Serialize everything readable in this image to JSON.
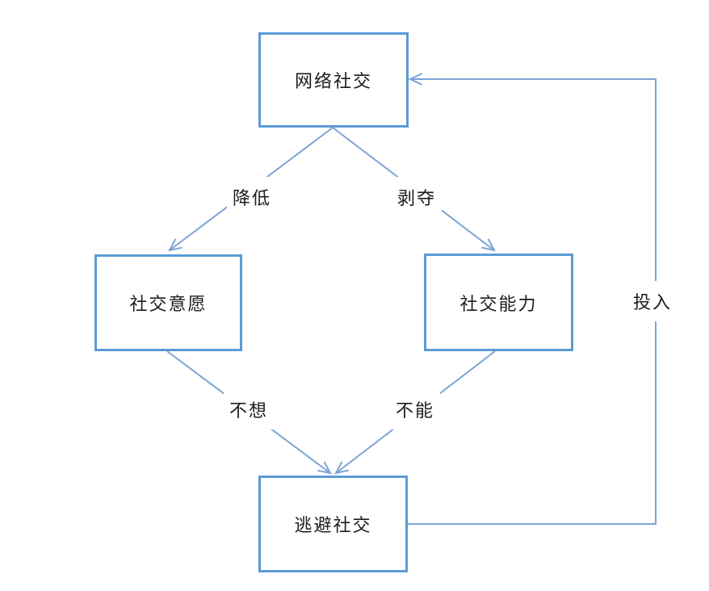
{
  "diagram": {
    "type": "flowchart",
    "nodes": [
      {
        "id": "network-social",
        "label": "网络社交",
        "position": "top"
      },
      {
        "id": "social-willingness",
        "label": "社交意愿",
        "position": "middle-left"
      },
      {
        "id": "social-ability",
        "label": "社交能力",
        "position": "middle-right"
      },
      {
        "id": "avoid-social",
        "label": "逃避社交",
        "position": "bottom"
      }
    ],
    "edges": [
      {
        "from": "网络社交",
        "to": "社交意愿",
        "label": "降低"
      },
      {
        "from": "网络社交",
        "to": "社交能力",
        "label": "剥夺"
      },
      {
        "from": "社交意愿",
        "to": "逃避社交",
        "label": "不想"
      },
      {
        "from": "社交能力",
        "to": "逃避社交",
        "label": "不能"
      },
      {
        "from": "逃避社交",
        "to": "网络社交",
        "label": "投入"
      }
    ],
    "colors": {
      "box_border": "#5B9BD5",
      "connector": "#7CA3D4",
      "text": "#1c1c1c",
      "background": "#ffffff"
    }
  }
}
